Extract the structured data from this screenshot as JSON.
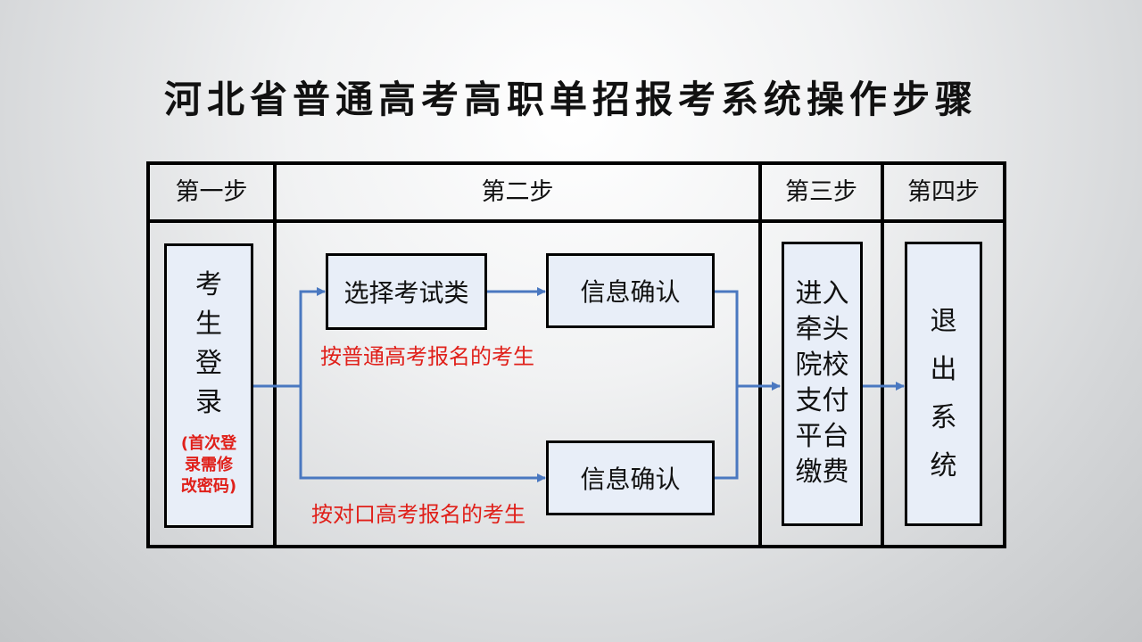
{
  "title": "河北省普通高考高职单招报考系统操作步骤",
  "headers": [
    "第一步",
    "第二步",
    "第三步",
    "第四步"
  ],
  "step1": {
    "lines": [
      "考",
      "生",
      "登",
      "录"
    ],
    "note": [
      "(首次登",
      "录需修",
      "改密码)"
    ]
  },
  "step2": {
    "select_exam": "选择考试类",
    "confirm_top": "信息确认",
    "confirm_bottom": "信息确认",
    "label_top": "按普通高考报名的考生",
    "label_bottom": "按对口高考报名的考生"
  },
  "step3": {
    "lines": [
      "进入",
      "牵头",
      "院校",
      "支付",
      "平台",
      "缴费"
    ]
  },
  "step4": {
    "lines": [
      "退",
      "出",
      "系",
      "统"
    ]
  },
  "colors": {
    "arrow": "#4a78c0",
    "note": "#e0201a",
    "box_fill": "#e8eef8"
  }
}
